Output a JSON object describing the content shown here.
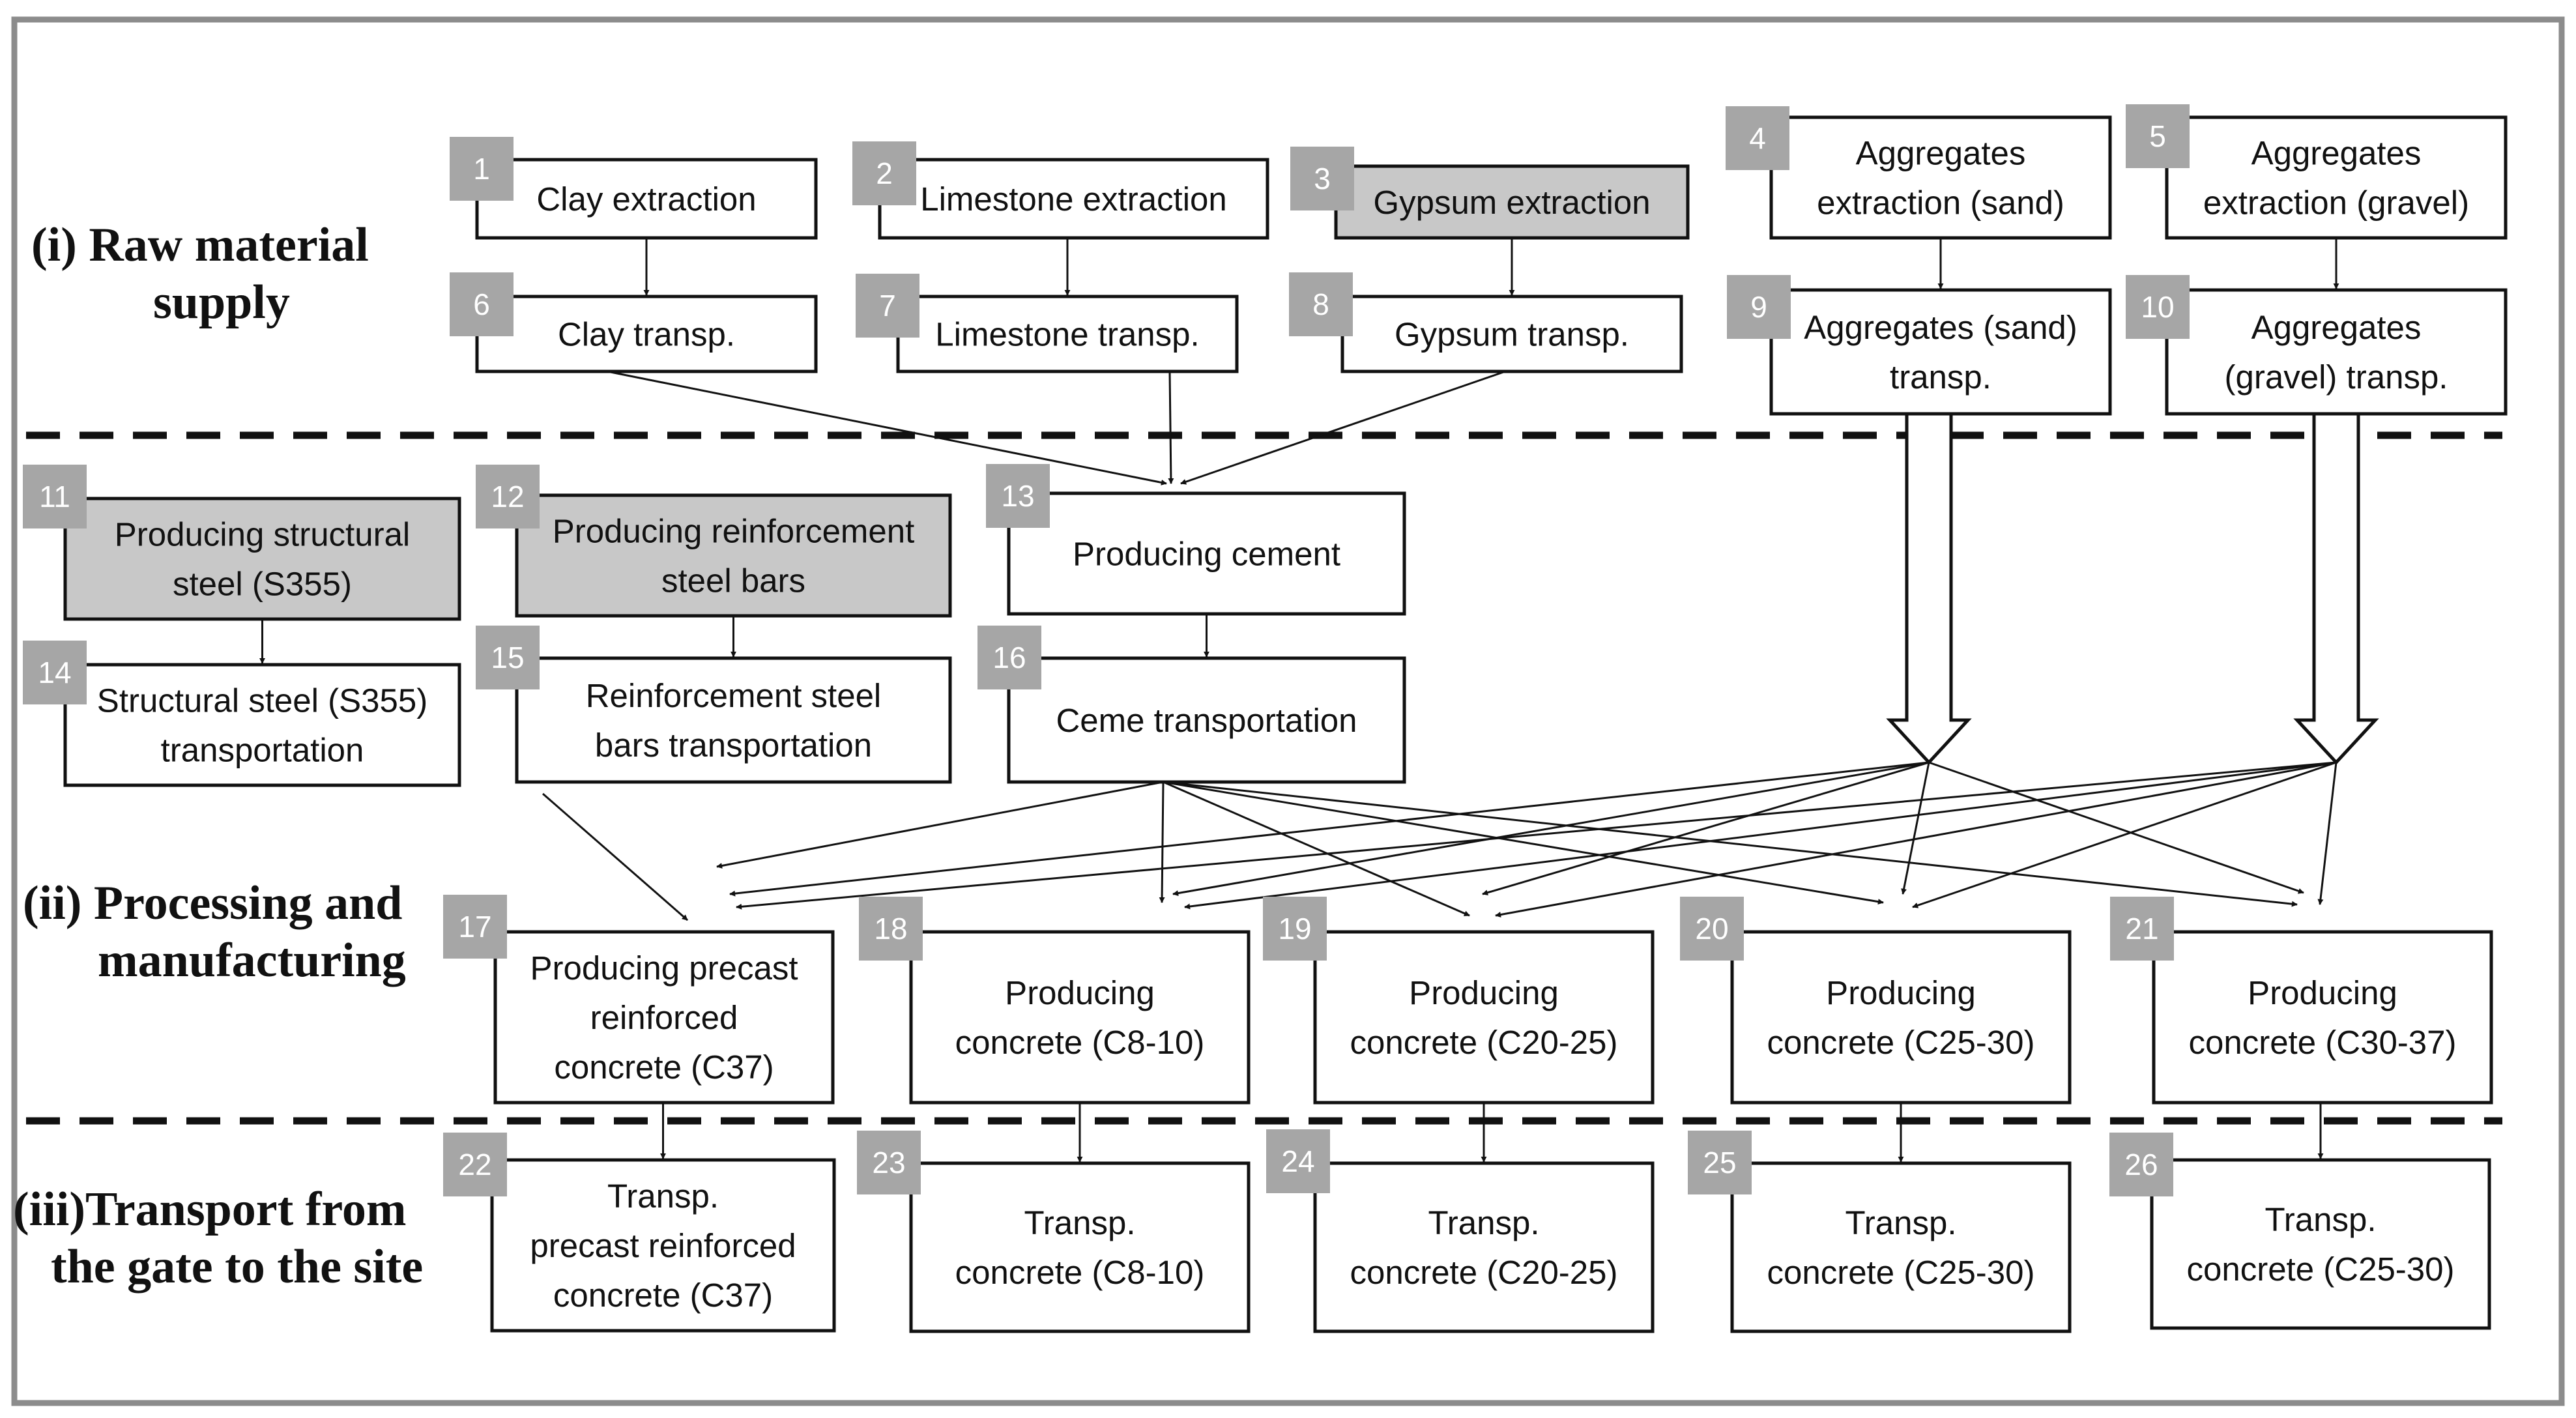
{
  "colors": {
    "border": "#8c8c8c",
    "box_stroke": "#111111",
    "highlight_fill": "#c8c8c8",
    "badge_fill": "#a6a6a6",
    "badge_text": "#ffffff",
    "text": "#111111"
  },
  "stages": [
    {
      "id": "i",
      "lines": [
        "(i) Raw material",
        "supply"
      ]
    },
    {
      "id": "ii",
      "lines": [
        "(ii) Processing and",
        "manufacturing"
      ]
    },
    {
      "id": "iii",
      "lines": [
        "(iii)Transport from",
        "the gate to the site"
      ]
    }
  ],
  "processes": [
    {
      "num": "1",
      "lines": [
        "Clay extraction"
      ],
      "highlight": false
    },
    {
      "num": "2",
      "lines": [
        "Limestone extraction"
      ],
      "highlight": false
    },
    {
      "num": "3",
      "lines": [
        "Gypsum extraction"
      ],
      "highlight": true
    },
    {
      "num": "4",
      "lines": [
        "Aggregates",
        "extraction (sand)"
      ],
      "highlight": false
    },
    {
      "num": "5",
      "lines": [
        "Aggregates",
        "extraction (gravel)"
      ],
      "highlight": false
    },
    {
      "num": "6",
      "lines": [
        "Clay transp."
      ],
      "highlight": false
    },
    {
      "num": "7",
      "lines": [
        "Limestone transp."
      ],
      "highlight": false
    },
    {
      "num": "8",
      "lines": [
        "Gypsum transp."
      ],
      "highlight": false
    },
    {
      "num": "9",
      "lines": [
        "Aggregates (sand)",
        "transp."
      ],
      "highlight": false
    },
    {
      "num": "10",
      "lines": [
        "Aggregates",
        "(gravel) transp."
      ],
      "highlight": false
    },
    {
      "num": "11",
      "lines": [
        "Producing structural",
        "steel (S355)"
      ],
      "highlight": true
    },
    {
      "num": "12",
      "lines": [
        "Producing reinforcement",
        "steel bars"
      ],
      "highlight": true
    },
    {
      "num": "13",
      "lines": [
        "Producing cement"
      ],
      "highlight": false
    },
    {
      "num": "14",
      "lines": [
        "Structural steel (S355)",
        "transportation"
      ],
      "highlight": false
    },
    {
      "num": "15",
      "lines": [
        "Reinforcement steel",
        "bars transportation"
      ],
      "highlight": false
    },
    {
      "num": "16",
      "lines": [
        "Ceme transportation"
      ],
      "highlight": false
    },
    {
      "num": "17",
      "lines": [
        "Producing precast",
        "reinforced",
        "concrete (C37)"
      ],
      "highlight": false
    },
    {
      "num": "18",
      "lines": [
        "Producing",
        "concrete (C8-10)"
      ],
      "highlight": false
    },
    {
      "num": "19",
      "lines": [
        "Producing",
        "concrete (C20-25)"
      ],
      "highlight": false
    },
    {
      "num": "20",
      "lines": [
        "Producing",
        "concrete (C25-30)"
      ],
      "highlight": false
    },
    {
      "num": "21",
      "lines": [
        "Producing",
        "concrete (C30-37)"
      ],
      "highlight": false
    },
    {
      "num": "22",
      "lines": [
        "Transp.",
        "precast reinforced",
        "concrete (C37)"
      ],
      "highlight": false
    },
    {
      "num": "23",
      "lines": [
        "Transp.",
        "concrete (C8-10)"
      ],
      "highlight": false
    },
    {
      "num": "24",
      "lines": [
        "Transp.",
        "concrete (C20-25)"
      ],
      "highlight": false
    },
    {
      "num": "25",
      "lines": [
        "Transp.",
        "concrete (C25-30)"
      ],
      "highlight": false
    },
    {
      "num": "26",
      "lines": [
        "Transp.",
        "concrete (C25-30)"
      ],
      "highlight": false
    }
  ],
  "flows": [
    {
      "from": "1",
      "to": "6"
    },
    {
      "from": "2",
      "to": "7"
    },
    {
      "from": "3",
      "to": "8"
    },
    {
      "from": "4",
      "to": "9"
    },
    {
      "from": "5",
      "to": "10"
    },
    {
      "from": "6",
      "to": "13"
    },
    {
      "from": "7",
      "to": "13"
    },
    {
      "from": "8",
      "to": "13"
    },
    {
      "from": "11",
      "to": "14"
    },
    {
      "from": "12",
      "to": "15"
    },
    {
      "from": "13",
      "to": "16"
    },
    {
      "from": "15",
      "to": "17"
    },
    {
      "from": "16",
      "to": "17"
    },
    {
      "from": "16",
      "to": "18"
    },
    {
      "from": "16",
      "to": "19"
    },
    {
      "from": "16",
      "to": "20"
    },
    {
      "from": "16",
      "to": "21"
    },
    {
      "from": "9",
      "to": "17"
    },
    {
      "from": "9",
      "to": "18"
    },
    {
      "from": "9",
      "to": "19"
    },
    {
      "from": "9",
      "to": "20"
    },
    {
      "from": "9",
      "to": "21"
    },
    {
      "from": "10",
      "to": "17"
    },
    {
      "from": "10",
      "to": "18"
    },
    {
      "from": "10",
      "to": "19"
    },
    {
      "from": "10",
      "to": "20"
    },
    {
      "from": "10",
      "to": "21"
    },
    {
      "from": "17",
      "to": "22"
    },
    {
      "from": "18",
      "to": "23"
    },
    {
      "from": "19",
      "to": "24"
    },
    {
      "from": "20",
      "to": "25"
    },
    {
      "from": "21",
      "to": "26"
    }
  ]
}
